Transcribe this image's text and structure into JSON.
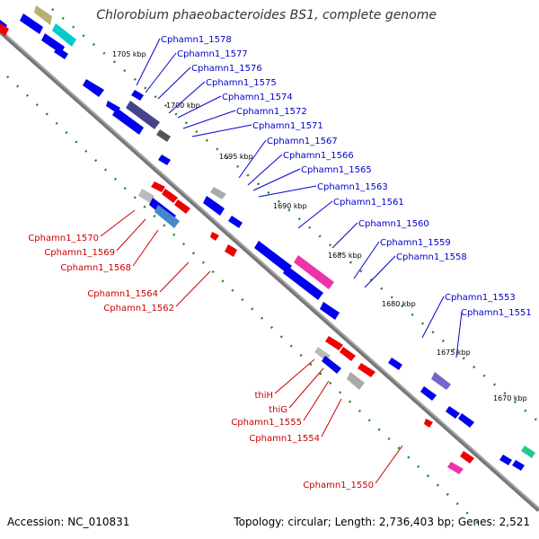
{
  "title": "Chlorobium phaeobacteroides BS1, complete genome",
  "footer": {
    "accession": "Accession: NC_010831",
    "summary": "Topology: circular; Length: 2,736,403 bp; Genes: 2,521"
  },
  "colors": {
    "forward_strand": "#0000ee",
    "reverse_strand": "#ee0000",
    "backbone": "#777777",
    "forward_label": "#0000cc",
    "reverse_label": "#cc0000",
    "gc_dots": "#228822"
  },
  "kbp_ticks": [
    "1705 kbp",
    "1700 kbp",
    "1695 kbp",
    "1690 kbp",
    "1685 kbp",
    "1680 kbp",
    "1675 kbp",
    "1670 kbp"
  ],
  "forward_labels": [
    "Cphamn1_1578",
    "Cphamn1_1577",
    "Cphamn1_1576",
    "Cphamn1_1575",
    "Cphamn1_1574",
    "Cphamn1_1572",
    "Cphamn1_1571",
    "Cphamn1_1567",
    "Cphamn1_1566",
    "Cphamn1_1565",
    "Cphamn1_1563",
    "Cphamn1_1561",
    "Cphamn1_1560",
    "Cphamn1_1559",
    "Cphamn1_1558",
    "Cphamn1_1553",
    "Cphamn1_1551"
  ],
  "reverse_labels": [
    "Cphamn1_1570",
    "Cphamn1_1569",
    "Cphamn1_1568",
    "Cphamn1_1564",
    "Cphamn1_1562",
    "thiH",
    "thiG",
    "Cphamn1_1555",
    "Cphamn1_1554",
    "Cphamn1_1550"
  ]
}
